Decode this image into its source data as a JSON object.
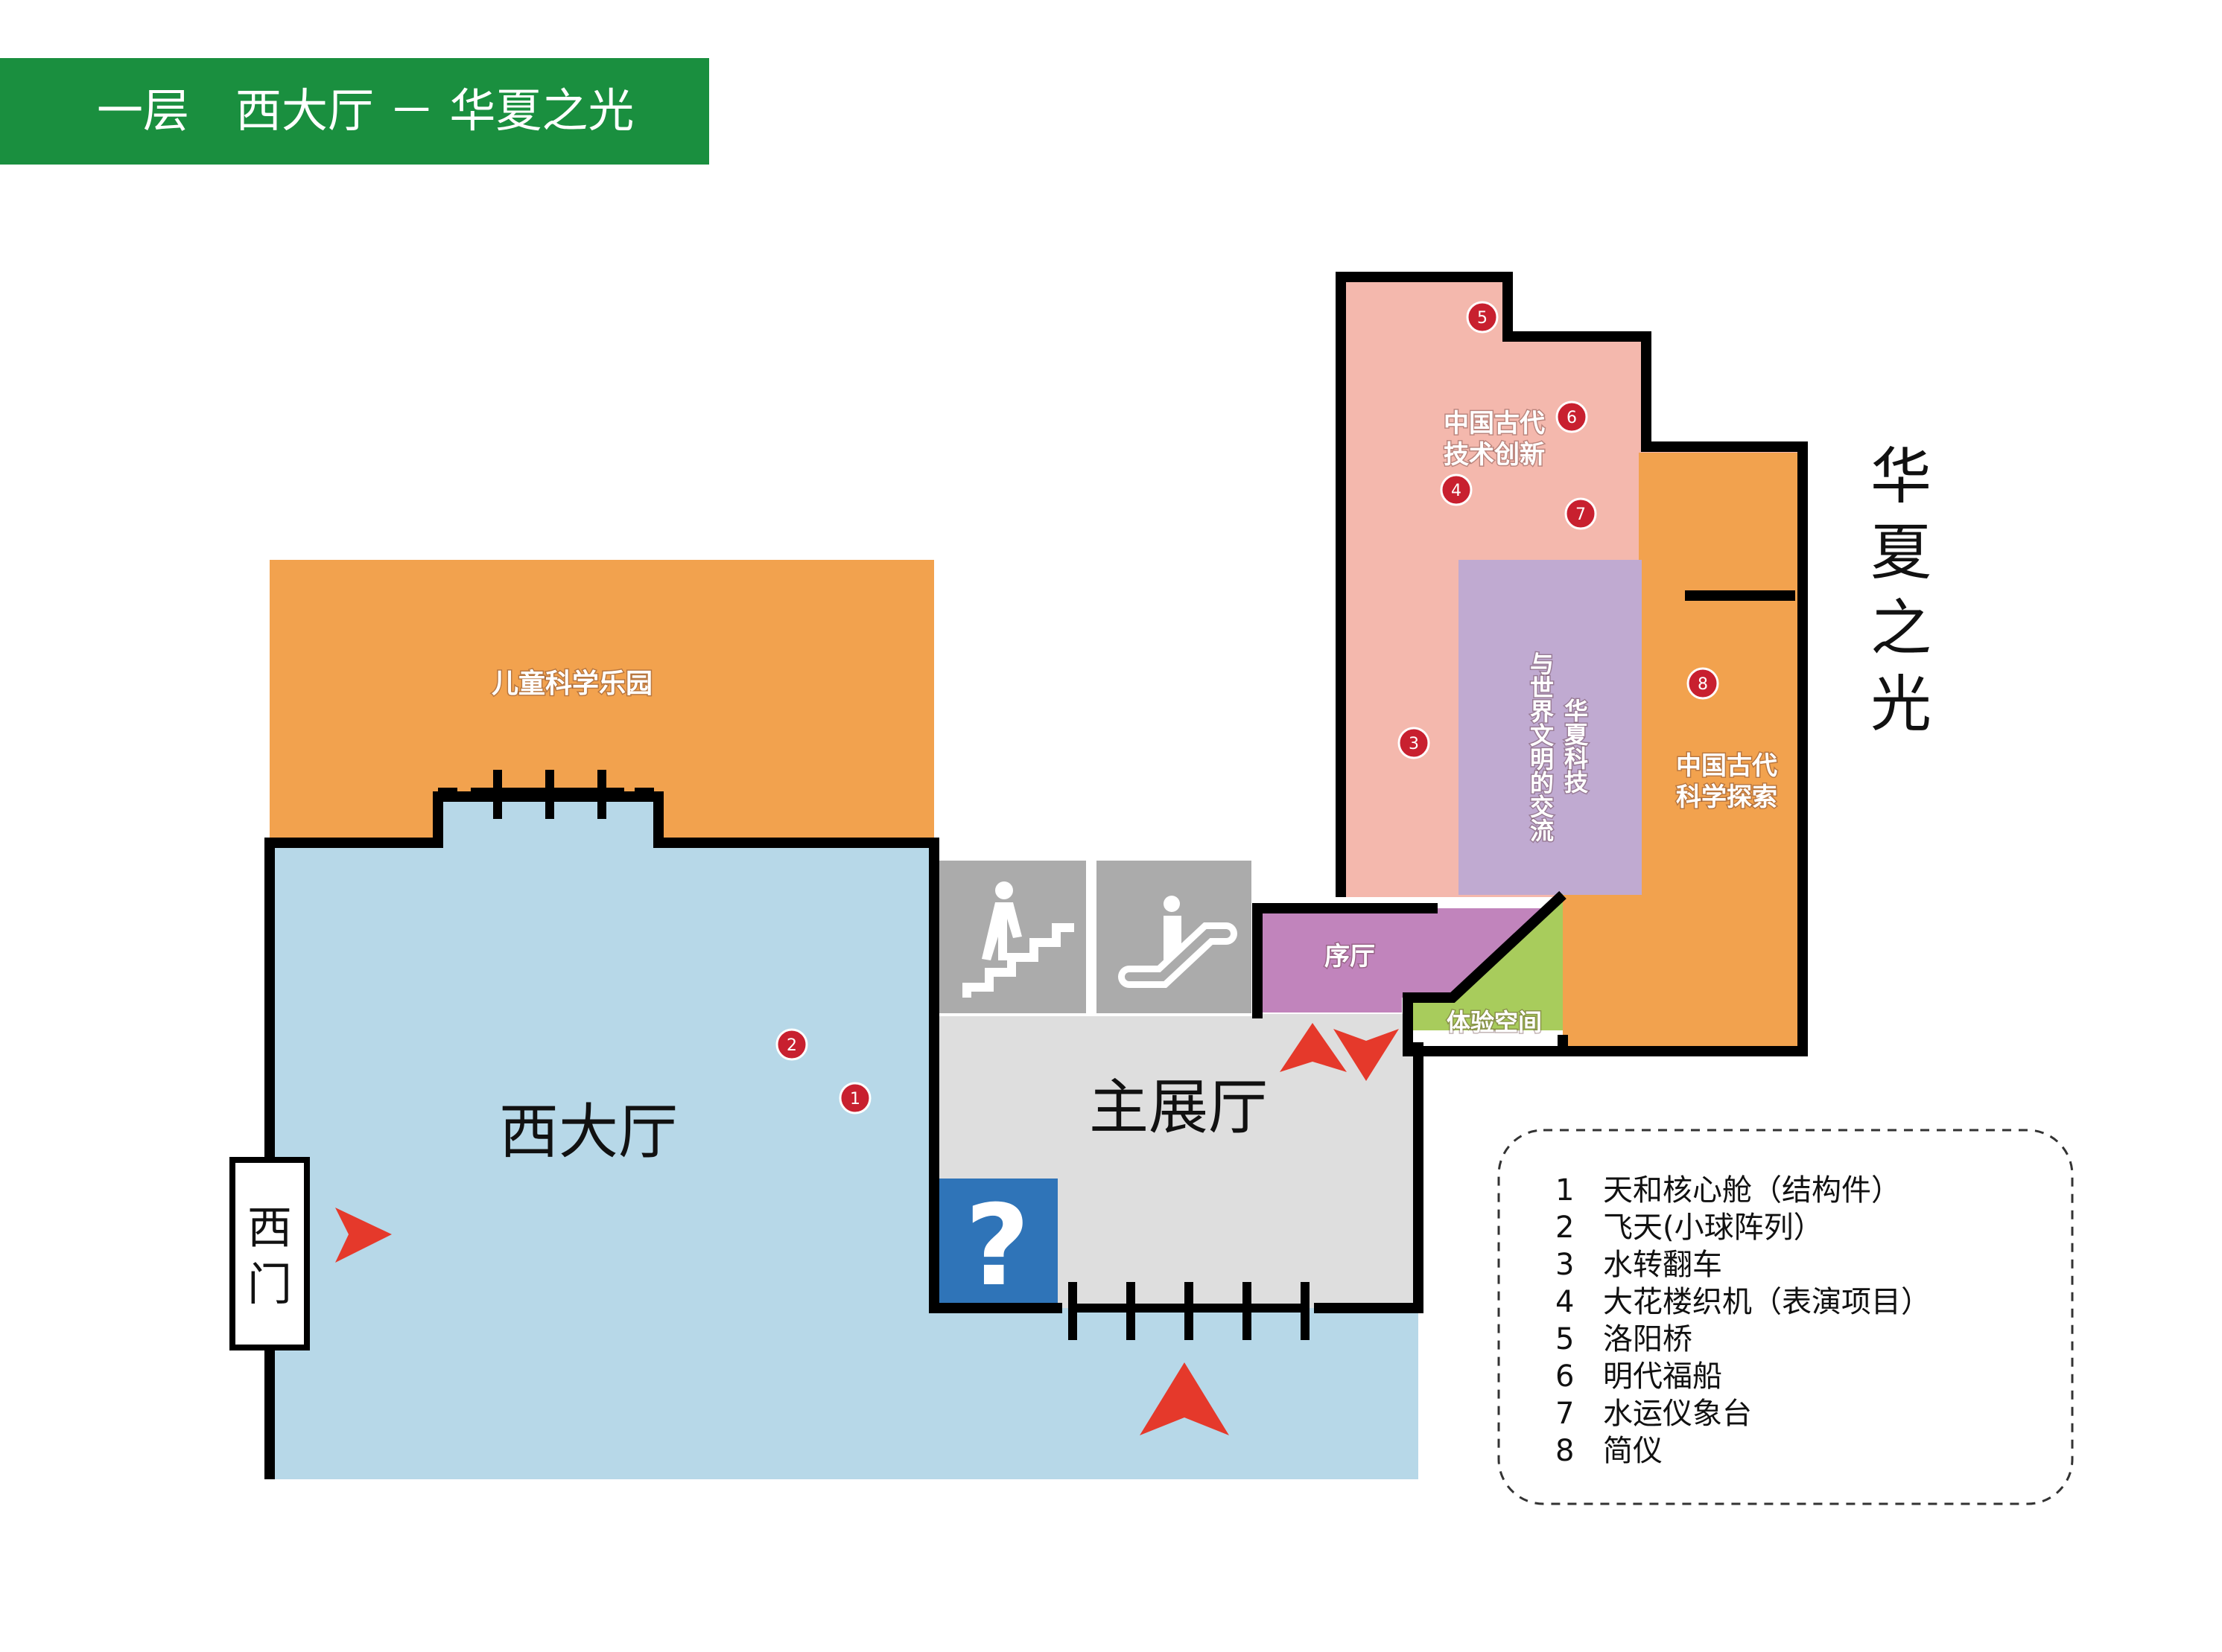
{
  "header": {
    "title": "一层　西大厅 － 华夏之光"
  },
  "side_title": [
    "华",
    "夏",
    "之",
    "光"
  ],
  "areas": {
    "children_park": "儿童科学乐园",
    "west_hall": "西大厅",
    "main_hall": "主展厅",
    "preface_hall": "序厅",
    "experience_space": "体验空间",
    "ancient_innovation": [
      "中国古代",
      "技术创新"
    ],
    "ancient_science": [
      "中国古代",
      "科学探索"
    ],
    "exchange": [
      "华夏科技",
      "与世界文明的交流"
    ]
  },
  "west_gate": [
    "西",
    "门"
  ],
  "info_icon": "?",
  "markers": [
    "1",
    "2",
    "3",
    "4",
    "5",
    "6",
    "7",
    "8"
  ],
  "legend": [
    {
      "num": "1",
      "text": "天和核心舱（结构件）"
    },
    {
      "num": "2",
      "text": "飞天(小球阵列）"
    },
    {
      "num": "3",
      "text": "水转翻车"
    },
    {
      "num": "4",
      "text": "大花楼织机（表演项目）"
    },
    {
      "num": "5",
      "text": "洛阳桥"
    },
    {
      "num": "6",
      "text": "明代福船"
    },
    {
      "num": "7",
      "text": "水运仪象台"
    },
    {
      "num": "8",
      "text": "简仪"
    }
  ],
  "icons": [
    "stairs-icon",
    "escalator-icon",
    "info-icon",
    "entrance-arrow-icon"
  ],
  "colors": {
    "header": "#1a8f3f",
    "west_hall": "#b7d8e8",
    "children_park": "#f2a24e",
    "ancient_science": "#f2a24e",
    "ancient_innovation": "#f4b8ad",
    "exchange": "#c0aad1",
    "preface_hall": "#c184bc",
    "experience_space": "#a8cc5c",
    "main_hall": "#dedede",
    "facility": "#ababab",
    "info": "#2f74b8",
    "marker": "#c8202f",
    "arrow": "#e5392b"
  }
}
